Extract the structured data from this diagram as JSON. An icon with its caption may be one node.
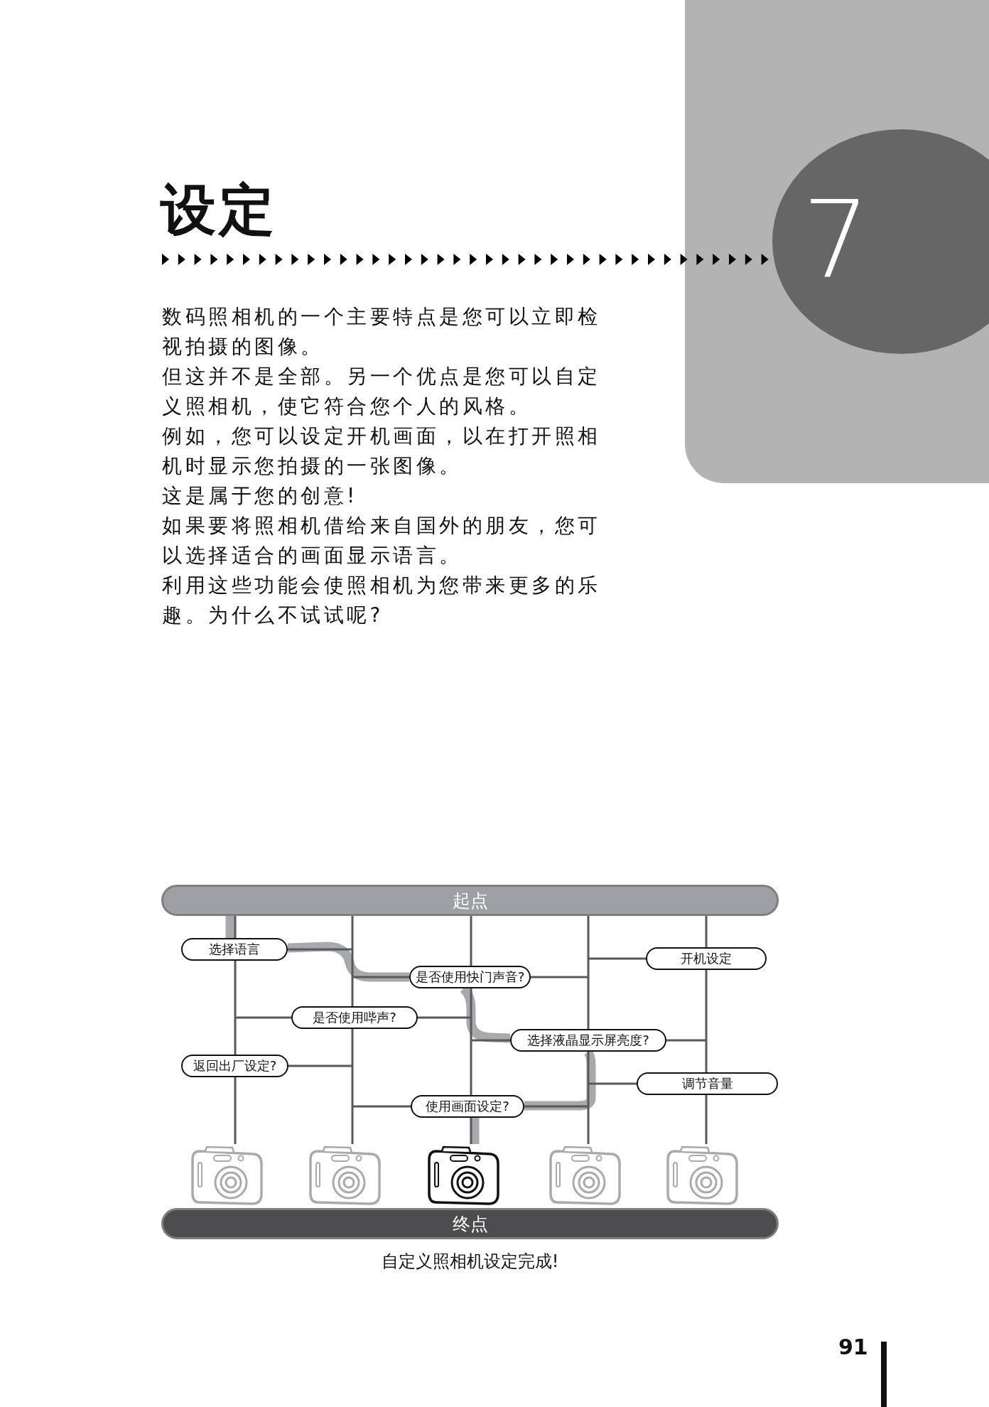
{
  "diagram": {
    "title": "设定",
    "caption": "自定义照相机设定完成!",
    "nodes": [
      {
        "text": [
          "7"
        ]
      },
      {
        "text": [
          "起点"
        ]
      },
      {
        "text": [
          "选择语言"
        ]
      },
      {
        "text": [
          "开机设定"
        ]
      },
      {
        "text": [
          "是否使用快门声音?"
        ]
      },
      {
        "text": [
          "是否使用哔声?"
        ]
      },
      {
        "text": [
          "选择液晶显示屏亮度?"
        ]
      },
      {
        "text": [
          "返回出厂设定?"
        ]
      },
      {
        "text": [
          "调节音量"
        ]
      },
      {
        "text": [
          "使用画面设定?"
        ]
      },
      {
        "text": [],
        "shape": "picture"
      },
      {
        "text": [],
        "shape": "picture"
      },
      {
        "text": [],
        "shape": "picture"
      },
      {
        "text": [],
        "shape": "picture"
      },
      {
        "text": [],
        "shape": "picture"
      },
      {
        "text": [
          "终点"
        ]
      }
    ],
    "edges": [
      {
        "from": 1,
        "to": 2,
        "arrow": "none"
      },
      {
        "from": 2,
        "to": 7,
        "arrow": "none"
      },
      {
        "from": 7,
        "to": 10,
        "arrow": "none"
      },
      {
        "from": 1,
        "to": 5,
        "arrow": "none"
      },
      {
        "from": 5,
        "to": 11,
        "arrow": "none"
      },
      {
        "from": 1,
        "to": 4,
        "arrow": "none"
      },
      {
        "from": 4,
        "to": 9,
        "arrow": "none"
      },
      {
        "from": 9,
        "to": 12,
        "arrow": "none"
      },
      {
        "from": 1,
        "to": 6,
        "arrow": "none"
      },
      {
        "from": 6,
        "to": 13,
        "arrow": "none"
      },
      {
        "from": 1,
        "to": 3,
        "arrow": "none"
      },
      {
        "from": 3,
        "to": 8,
        "arrow": "none"
      },
      {
        "from": 8,
        "to": 14,
        "arrow": "none"
      },
      {
        "from": 2,
        "to": null,
        "arrow": "none"
      },
      {
        "from": 3,
        "to": null,
        "arrow": "none"
      },
      {
        "from": 4,
        "to": null,
        "arrow": "none"
      },
      {
        "from": 4,
        "to": null,
        "arrow": "none"
      },
      {
        "from": 5,
        "to": null,
        "arrow": "none"
      },
      {
        "from": 5,
        "to": null,
        "arrow": "none"
      },
      {
        "from": 6,
        "to": null,
        "arrow": "none"
      },
      {
        "from": 6,
        "to": null,
        "arrow": "none"
      },
      {
        "from": 7,
        "to": null,
        "arrow": "none"
      },
      {
        "from": 8,
        "to": null,
        "arrow": "none"
      },
      {
        "from": 9,
        "to": null,
        "arrow": "none"
      },
      {
        "from": 9,
        "to": null,
        "arrow": "none"
      },
      {
        "from": 1,
        "to": 2,
        "arrow": "none",
        "style": "thick",
        "color": "#a7a9ac"
      },
      {
        "from": 2,
        "to": 4,
        "arrow": "none",
        "style": "thick",
        "color": "#a7a9ac"
      },
      {
        "from": 4,
        "to": 6,
        "arrow": "none",
        "style": "thick",
        "color": "#a7a9ac"
      },
      {
        "from": 6,
        "to": 9,
        "arrow": "none",
        "style": "thick",
        "color": "#a7a9ac"
      },
      {
        "from": 9,
        "to": 12,
        "arrow": "none",
        "style": "thick",
        "color": "#a7a9ac"
      }
    ],
    "labels": [
      "数码照相机的一个主要特点是您可以立即检视拍摄的图像。",
      "但这并不是全部。另一个优点是您可以自定义照相机，使它符合您个人的风格。",
      "例如，您可以设定开机画面，以在打开照相机时显示您拍摄的一张图像。",
      "这是属于您的创意!",
      "如果要将照相机借给来自国外的朋友，您可以选择适合的画面显示语言。",
      "利用这些功能会使照相机为您带来更多的乐趣。为什么不试试呢?",
      "91"
    ]
  }
}
